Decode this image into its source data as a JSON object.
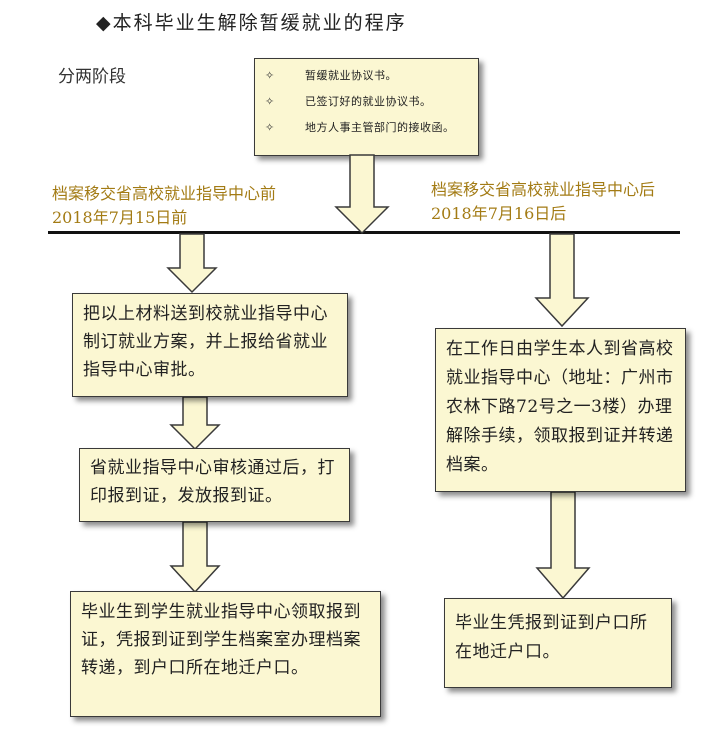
{
  "title": "◆本科毕业生解除暂缓就业的程序",
  "subtitle": "分两阶段",
  "documents": {
    "bullet": "✧",
    "items": [
      "暂缓就业协议书。",
      "已签订好的就业协议书。",
      "地方人事主管部门的接收函。"
    ]
  },
  "stage_before": {
    "line1": "档案移交省高校就业指导中心前",
    "line2": "2018年7月15日前"
  },
  "stage_after": {
    "line1": "档案移交省高校就业指导中心后",
    "line2": "2018年7月16日后"
  },
  "left_steps": [
    "把以上材料送到校就业指导中心制订就业方案，并上报给省就业指导中心审批。",
    "省就业指导中心审核通过后，打印报到证，发放报到证。",
    "毕业生到学生就业指导中心领取报到证，凭报到证到学生档案室办理档案转递，到户口所在地迁户口。"
  ],
  "right_steps": [
    "在工作日由学生本人到省高校就业指导中心（地址：广州市农林下路72号之一3楼）办理解除手续，领取报到证并转递档案。",
    "毕业生凭报到证到户口所在地迁户口。"
  ],
  "colors": {
    "box_fill": "#fbf7d2",
    "stage_text": "#a37b14",
    "border": "#3a3a3a"
  }
}
